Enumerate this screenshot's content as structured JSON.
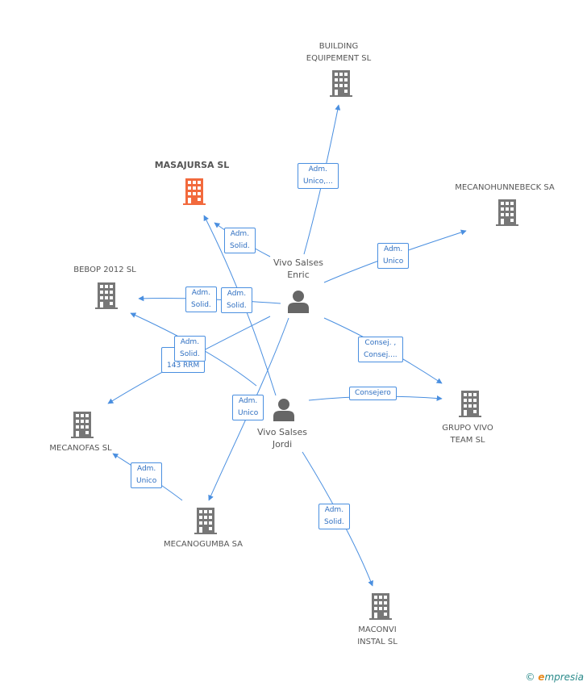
{
  "colors": {
    "edge": "#4a8fe0",
    "company": "#777777",
    "highlight": "#f26a3d",
    "person": "#666666"
  },
  "companies": [
    {
      "id": "building",
      "label": "BUILDING\nEQUIPEMENT SL",
      "icon": "building-icon"
    },
    {
      "id": "masajursa",
      "label": "MASAJURSA SL",
      "icon": "building-icon",
      "highlight": true
    },
    {
      "id": "mecanohunnebeck",
      "label": "MECANOHUNNEBECK SA",
      "icon": "building-icon"
    },
    {
      "id": "bebop",
      "label": "BEBOP 2012 SL",
      "icon": "building-icon"
    },
    {
      "id": "grupovivo",
      "label": "GRUPO VIVO\nTEAM SL",
      "icon": "building-icon"
    },
    {
      "id": "mecanofas",
      "label": "MECANOFAS SL",
      "icon": "building-icon"
    },
    {
      "id": "mecanogumba",
      "label": "MECANOGUMBA SA",
      "icon": "building-icon"
    },
    {
      "id": "maconvi",
      "label": "MACONVI\nINSTAL SL",
      "icon": "building-icon"
    }
  ],
  "persons": [
    {
      "id": "enric",
      "label": "Vivo Salses\nEnric",
      "icon": "person-icon"
    },
    {
      "id": "jordi",
      "label": "Vivo Salses\nJordi",
      "icon": "person-icon"
    }
  ],
  "edge_labels": [
    {
      "id": "e1",
      "text": "Adm.\nUnico,..."
    },
    {
      "id": "e2",
      "text": "Adm.\nSolid."
    },
    {
      "id": "e3",
      "text": "Adm.\nUnico"
    },
    {
      "id": "e4",
      "text": "Adm.\nSolid."
    },
    {
      "id": "e5",
      "text": "Adm.\nSolid."
    },
    {
      "id": "e6",
      "text": "Consej. ,\nConsej...."
    },
    {
      "id": "e7",
      "text": "Re\n143 RRM"
    },
    {
      "id": "e8",
      "text": "Adm.\nSolid."
    },
    {
      "id": "e9",
      "text": "Consejero"
    },
    {
      "id": "e10",
      "text": "Adm.\nUnico"
    },
    {
      "id": "e11",
      "text": "Adm.\nUnico"
    },
    {
      "id": "e12",
      "text": "Adm.\nSolid."
    }
  ],
  "footer": {
    "copyright": "©",
    "brand_e": "e",
    "brand_rest": "mpresia"
  }
}
